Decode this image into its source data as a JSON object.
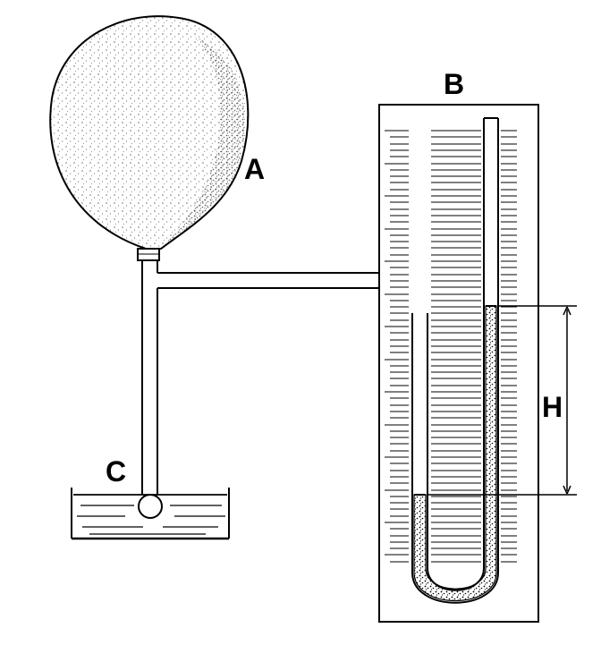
{
  "labels": {
    "flask": "A",
    "manometer": "B",
    "bulb": "C",
    "height": "H"
  },
  "colors": {
    "ink": "#000000",
    "paper": "#ffffff",
    "liquid": "#1a1a1a"
  }
}
